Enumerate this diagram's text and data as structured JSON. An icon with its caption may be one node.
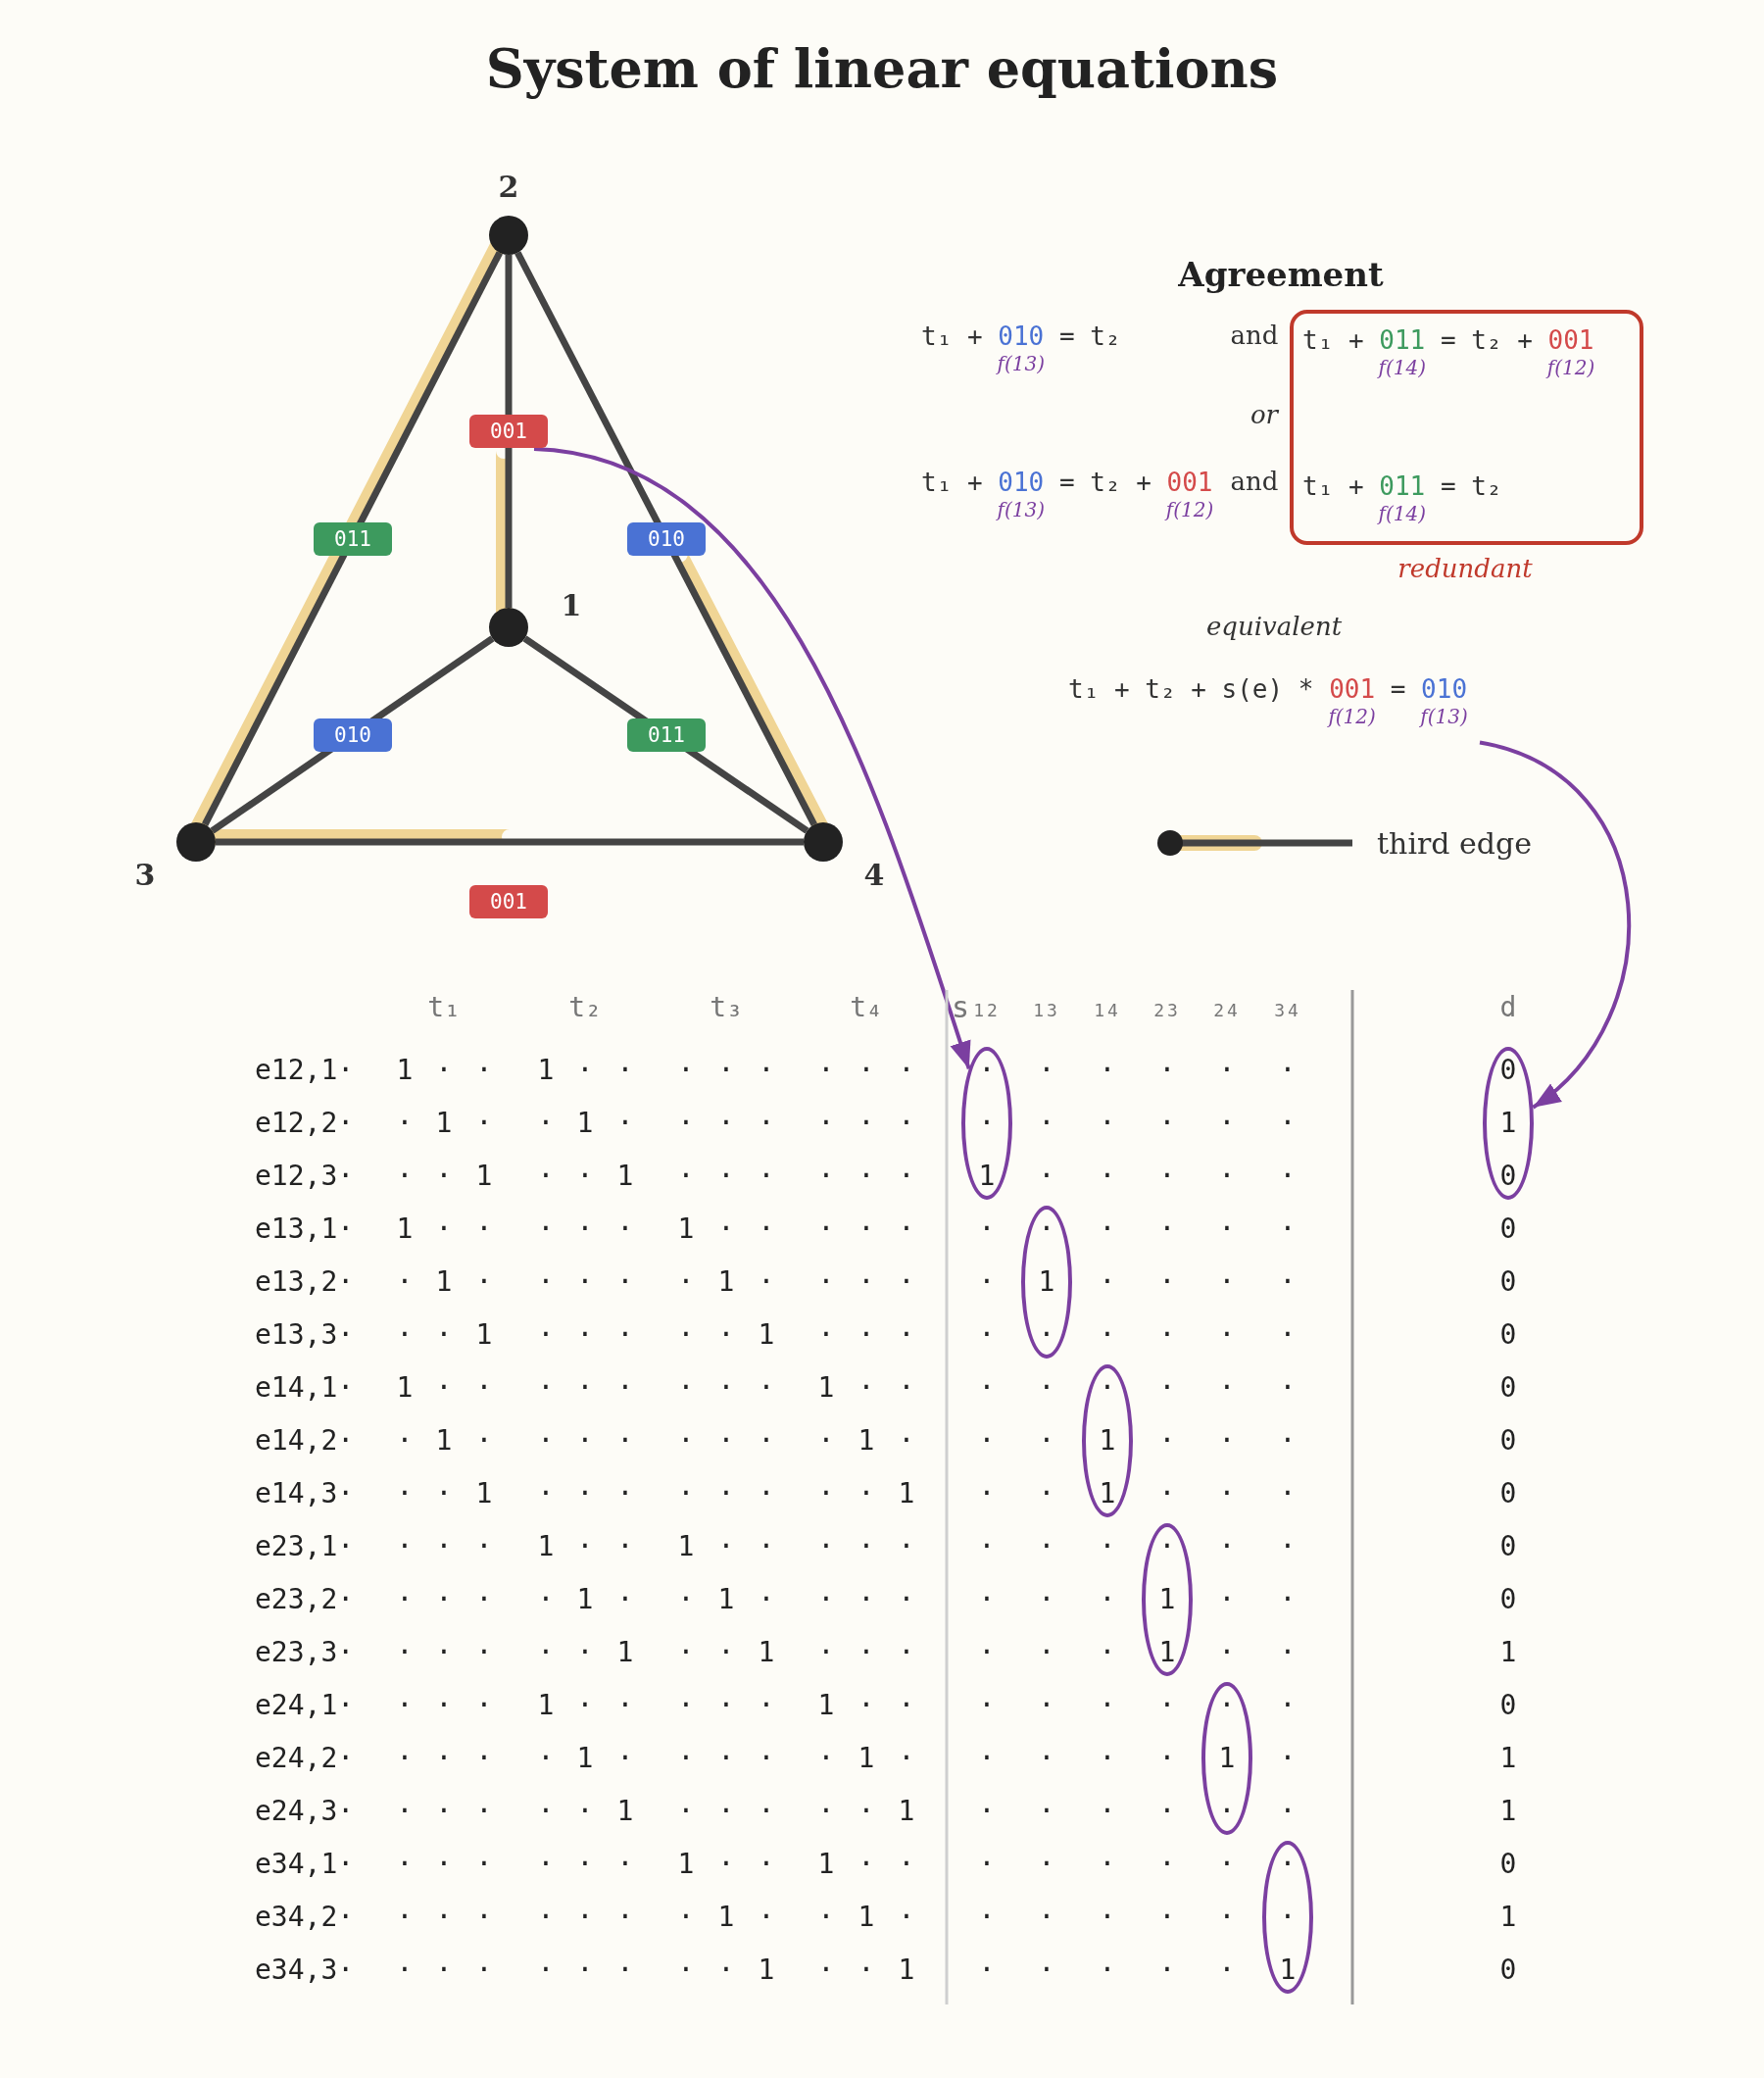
{
  "diagram": {
    "title": "System of linear equations",
    "nodes": [
      {
        "text": [
          "2"
        ]
      },
      {
        "text": [
          "1"
        ]
      },
      {
        "text": [
          "3"
        ]
      },
      {
        "text": [
          "4"
        ]
      },
      {
        "text": [
          "t₁ + 011 = t₂ + 001",
          "f(14)",
          "f(12)",
          "t₁ + 011 = t₂",
          "f(14)"
        ],
        "beside": [
          "redundant"
        ]
      },
      {
        "text": [
          "t₁ + t₂ + s(e) * 001 = 010",
          "f(12)",
          "f(13)"
        ]
      },
      {
        "text": [],
        "shape": "ellipse"
      },
      {
        "text": [],
        "shape": "ellipse"
      },
      {
        "text": [],
        "shape": "ellipse"
      },
      {
        "text": [],
        "shape": "ellipse"
      },
      {
        "text": [],
        "shape": "ellipse"
      },
      {
        "text": [],
        "shape": "ellipse"
      },
      {
        "text": [],
        "shape": "ellipse"
      }
    ],
    "edges": [
      {
        "from": 1,
        "to": 0,
        "arrow": "none",
        "label": "001"
      },
      {
        "from": 1,
        "to": 2,
        "arrow": "none",
        "label": "010"
      },
      {
        "from": 1,
        "to": 3,
        "arrow": "none",
        "label": "011"
      },
      {
        "from": 0,
        "to": 2,
        "arrow": "none",
        "label": "011"
      },
      {
        "from": 0,
        "to": 3,
        "arrow": "none",
        "label": "010"
      },
      {
        "from": 2,
        "to": 3,
        "arrow": "none",
        "label": "001"
      },
      {
        "from": null,
        "to": 6,
        "arrow": "to",
        "color": "#7b3fa0"
      },
      {
        "from": 5,
        "to": 12,
        "arrow": "to",
        "color": "#7b3fa0"
      }
    ],
    "labels": [
      "Agreement",
      "t₁ + 010 = t₂",
      "f(13)",
      "and",
      "or",
      "t₁ + 010 = t₂ + 001",
      "f(13)",
      "f(12)",
      "and",
      "equivalent",
      "t₁",
      "t₂",
      "t₃",
      "t₄",
      "s",
      "12",
      "13",
      "14",
      "23",
      "24",
      "34",
      "d",
      "e12,1·",
      "1",
      "·",
      "·",
      "1",
      "·",
      "·",
      "·",
      "·",
      "·",
      "·",
      "·",
      "·",
      "·",
      "·",
      "·",
      "·",
      "·",
      "·",
      "0",
      "e12,2·",
      "·",
      "1",
      "·",
      "·",
      "1",
      "·",
      "·",
      "·",
      "·",
      "·",
      "·",
      "·",
      "·",
      "·",
      "·",
      "·",
      "·",
      "·",
      "1",
      "e12,3·",
      "·",
      "·",
      "1",
      "·",
      "·",
      "1",
      "·",
      "·",
      "·",
      "·",
      "·",
      "·",
      "1",
      "·",
      "·",
      "·",
      "·",
      "·",
      "0",
      "e13,1·",
      "1",
      "·",
      "·",
      "·",
      "·",
      "·",
      "1",
      "·",
      "·",
      "·",
      "·",
      "·",
      "·",
      "·",
      "·",
      "·",
      "·",
      "·",
      "0",
      "e13,2·",
      "·",
      "1",
      "·",
      "·",
      "·",
      "·",
      "·",
      "1",
      "·",
      "·",
      "·",
      "·",
      "·",
      "1",
      "·",
      "·",
      "·",
      "·",
      "0",
      "e13,3·",
      "·",
      "·",
      "1",
      "·",
      "·",
      "·",
      "·",
      "·",
      "1",
      "·",
      "·",
      "·",
      "·",
      "·",
      "·",
      "·",
      "·",
      "·",
      "0",
      "e14,1·",
      "1",
      "·",
      "·",
      "·",
      "·",
      "·",
      "·",
      "·",
      "·",
      "1",
      "·",
      "·",
      "·",
      "·",
      "·",
      "·",
      "·",
      "·",
      "0",
      "e14,2·",
      "·",
      "1",
      "·",
      "·",
      "·",
      "·",
      "·",
      "·",
      "·",
      "·",
      "1",
      "·",
      "·",
      "·",
      "1",
      "·",
      "·",
      "·",
      "0",
      "e14,3·",
      "·",
      "·",
      "1",
      "·",
      "·",
      "·",
      "·",
      "·",
      "·",
      "·",
      "·",
      "1",
      "·",
      "·",
      "1",
      "·",
      "·",
      "·",
      "0",
      "e23,1·",
      "·",
      "·",
      "·",
      "1",
      "·",
      "·",
      "1",
      "·",
      "·",
      "·",
      "·",
      "·",
      "·",
      "·",
      "·",
      "·",
      "·",
      "·",
      "0",
      "e23,2·",
      "·",
      "·",
      "·",
      "·",
      "1",
      "·",
      "·",
      "1",
      "·",
      "·",
      "·",
      "·",
      "·",
      "·",
      "·",
      "1",
      "·",
      "·",
      "0",
      "e23,3·",
      "·",
      "·",
      "·",
      "·",
      "·",
      "1",
      "·",
      "·",
      "1",
      "·",
      "·",
      "·",
      "·",
      "·",
      "·",
      "1",
      "·",
      "·",
      "1",
      "e24,1·",
      "·",
      "·",
      "·",
      "1",
      "·",
      "·",
      "·",
      "·",
      "·",
      "1",
      "·",
      "·",
      "·",
      "·",
      "·",
      "·",
      "·",
      "·",
      "0",
      "e24,2·",
      "·",
      "·",
      "·",
      "·",
      "1",
      "·",
      "·",
      "·",
      "·",
      "·",
      "1",
      "·",
      "·",
      "·",
      "·",
      "·",
      "1",
      "·",
      "1",
      "e24,3·",
      "·",
      "·",
      "·",
      "·",
      "·",
      "1",
      "·",
      "·",
      "·",
      "·",
      "·",
      "1",
      "·",
      "·",
      "·",
      "·",
      "·",
      "·",
      "1",
      "e34,1·",
      "·",
      "·",
      "·",
      "·",
      "·",
      "·",
      "1",
      "·",
      "·",
      "1",
      "·",
      "·",
      "·",
      "·",
      "·",
      "·",
      "·",
      "·",
      "0",
      "e34,2·",
      "·",
      "·",
      "·",
      "·",
      "·",
      "·",
      "·",
      "1",
      "·",
      "·",
      "1",
      "·",
      "·",
      "·",
      "·",
      "·",
      "·",
      "·",
      "1",
      "e34,3·",
      "·",
      "·",
      "·",
      "·",
      "·",
      "·",
      "·",
      "·",
      "1",
      "·",
      "·",
      "1",
      "·",
      "·",
      "·",
      "·",
      "·",
      "1",
      "0"
    ],
    "legend": [
      {
        "text": "third edge"
      }
    ]
  }
}
